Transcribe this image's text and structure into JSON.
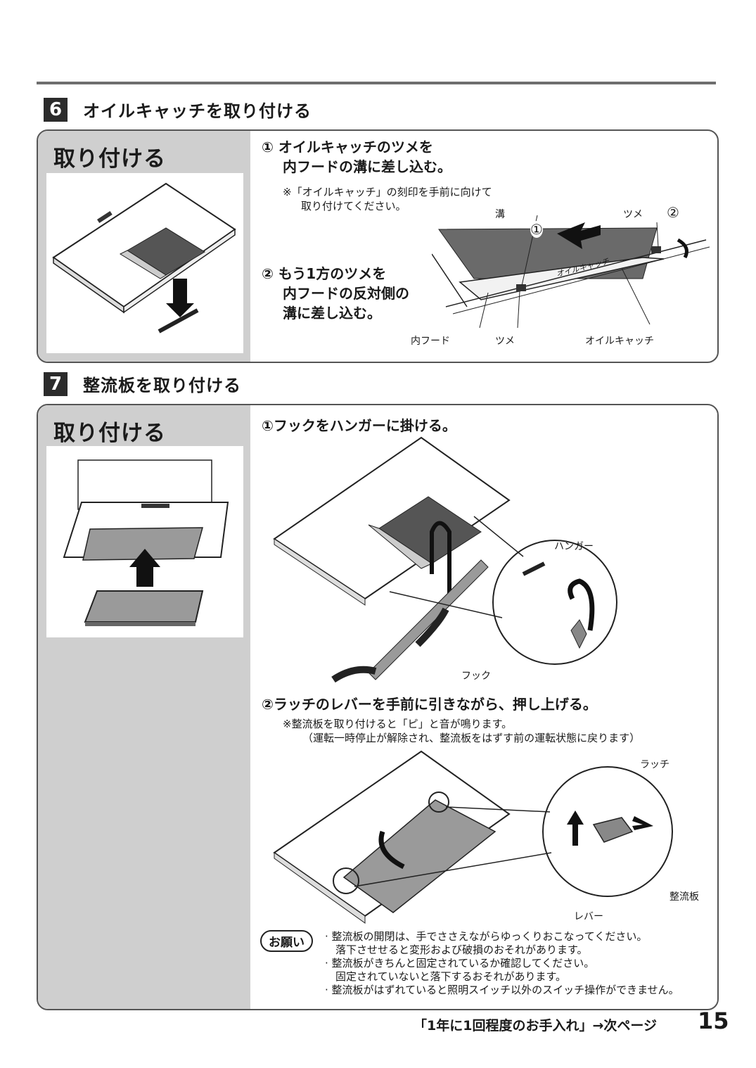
{
  "section6": {
    "number": "6",
    "title": "オイルキャッチを取り付ける",
    "side_title": "取り付ける",
    "step1_line1": "① オイルキャッチのツメを",
    "step1_line2": "内フードの溝に差し込む。",
    "note_line1": "※「オイルキャッチ」の刻印を手前に向けて",
    "note_line2": "取り付けてください。",
    "step2_line1": "② もう1方のツメを",
    "step2_line2": "内フードの反対側の",
    "step2_line3": "溝に差し込む。",
    "label_groove": "溝",
    "label_tab_top": "ツメ",
    "label_circle1": "①",
    "label_circle2": "②",
    "label_inner_hood": "内フード",
    "label_tab_bottom": "ツメ",
    "label_oil_catch": "オイルキャッチ",
    "engraving": "オイルキャッチ"
  },
  "section7": {
    "number": "7",
    "title": "整流板を取り付ける",
    "side_title": "取り付ける",
    "step1": "①フックをハンガーに掛ける。",
    "label_hanger": "ハンガー",
    "label_hook": "フック",
    "step2": "②ラッチのレバーを手前に引きながら、押し上げる。",
    "note_line1": "※整流板を取り付けると「ピ」と音が鳴ります。",
    "note_line2": "（運転一時停止が解除され、整流板をはずす前の運転状態に戻ります）",
    "label_latch": "ラッチ",
    "label_panel": "整流板",
    "label_lever": "レバー"
  },
  "request": {
    "badge": "お願い",
    "lines": [
      "· 整流板の開閉は、手でささえながらゆっくりおこなってください。",
      "　落下させせると変形および破損のおそれがあります。",
      "· 整流板がきちんと固定されているか確認してください。",
      "　固定されていないと落下するおそれがあります。",
      "· 整流板がはずれていると照明スイッチ以外のスイッチ操作ができません。"
    ]
  },
  "footer": {
    "next": "「1年に1回程度のお手入れ」→次ページ",
    "page": "15"
  }
}
